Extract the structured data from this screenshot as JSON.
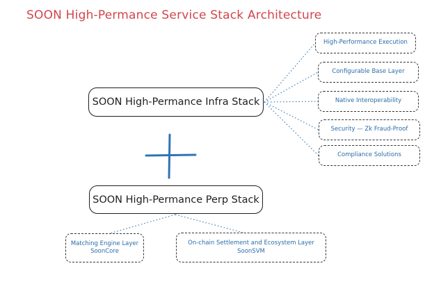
{
  "title": "SOON High-Permance Service Stack Architecture",
  "colors": {
    "title": "#d1464a",
    "sub_text": "#2b6ca8",
    "plus": "#2f74b5",
    "border": "#1e1e1e"
  },
  "infra_stack": {
    "label": "SOON High-Permance Infra Stack",
    "features": [
      {
        "label": "High-Performance Execution"
      },
      {
        "label": "Configurable Base Layer"
      },
      {
        "label": "Native Interoperability"
      },
      {
        "label": "Security — Zk Fraud-Proof"
      },
      {
        "label": "Compliance Solutions"
      }
    ]
  },
  "plus_symbol": "plus-icon",
  "perp_stack": {
    "label": "SOON High-Permance Perp Stack",
    "layers": [
      {
        "label": "Matching Engine Layer",
        "sub": "SoonCore"
      },
      {
        "label": "On-chain Settlement and Ecosystem Layer",
        "sub": "SoonSVM"
      }
    ]
  }
}
